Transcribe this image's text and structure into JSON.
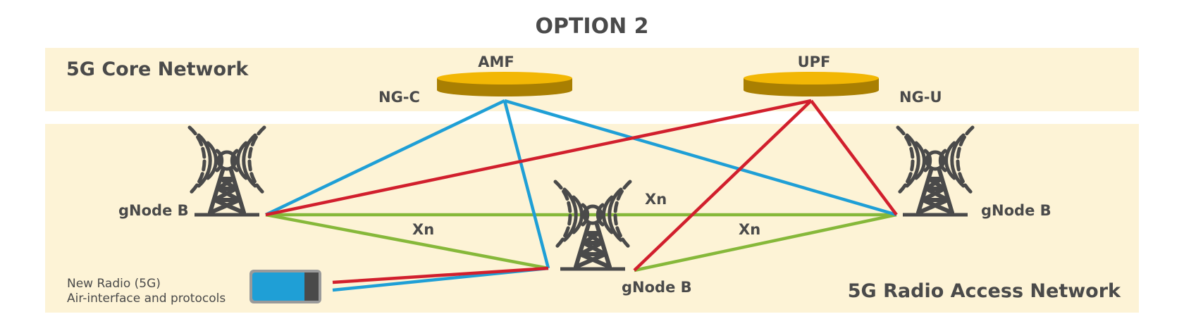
{
  "title": "OPTION 2",
  "regions": {
    "core": "5G Core Network",
    "ran": "5G Radio Access Network"
  },
  "core_nodes": {
    "amf": "AMF",
    "upf": "UPF"
  },
  "interfaces": {
    "ng_c": "NG-C",
    "ng_u": "NG-U",
    "xn_top": "Xn",
    "xn_left": "Xn",
    "xn_right": "Xn"
  },
  "gnodes": {
    "left": "gNode B",
    "middle": "gNode B",
    "right": "gNode B"
  },
  "device": {
    "line1": "New Radio (5G)",
    "line2": "Air-interface and protocols"
  },
  "colors": {
    "band": "#fdf3d6",
    "disc_top": "#f2b705",
    "disc_side": "#a97f02",
    "ng_c_line": "#1f9fd6",
    "ng_u_line": "#d11f2d",
    "xn_line": "#86b83a",
    "tower": "#4a4a4a",
    "phone_screen": "#1f9fd6"
  }
}
